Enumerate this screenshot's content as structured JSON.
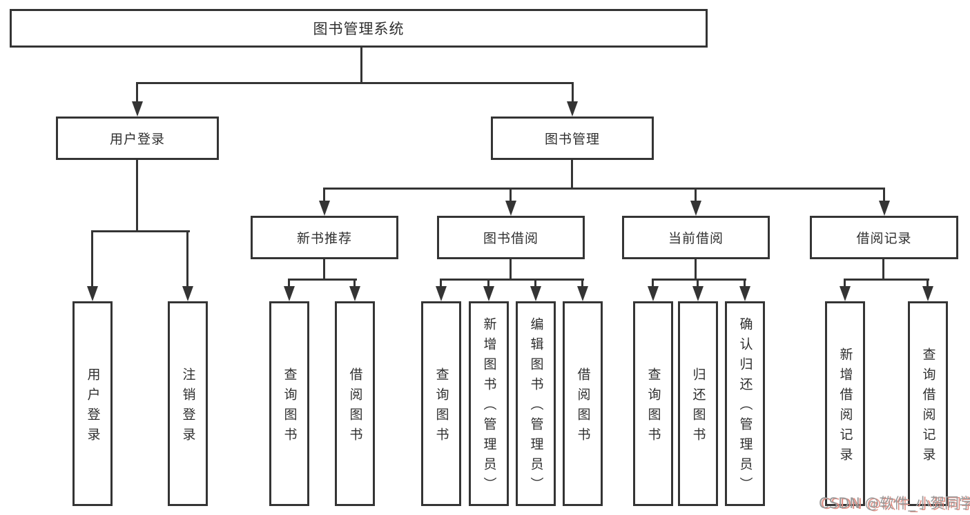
{
  "diagram": {
    "title": "图书管理系统",
    "level2": {
      "user_login": "用户登录",
      "book_mgmt": "图书管理"
    },
    "level3": {
      "new_books": "新书推荐",
      "borrow": "图书借阅",
      "current": "当前借阅",
      "records": "借阅记录"
    },
    "leaves": {
      "user_login_1": "用户登录",
      "user_login_2": "注销登录",
      "new_books_1": "查询图书",
      "new_books_2": "借阅图书",
      "borrow_1": "查询图书",
      "borrow_2": "新增图书（管理员）",
      "borrow_3": "编辑图书（管理员）",
      "borrow_4": "借阅图书",
      "current_1": "查询图书",
      "current_2": "归还图书",
      "current_3": "确认归还（管理员）",
      "records_1": "新增借阅记录",
      "records_2": "查询借阅记录"
    },
    "colors": {
      "line": "#343434",
      "text": "#2f2f2f",
      "background": "#ffffff",
      "watermark_gray": "#9a9a9a",
      "watermark_shadow": "#df8f85"
    }
  },
  "watermark": "CSDN @软件_小贺同学"
}
